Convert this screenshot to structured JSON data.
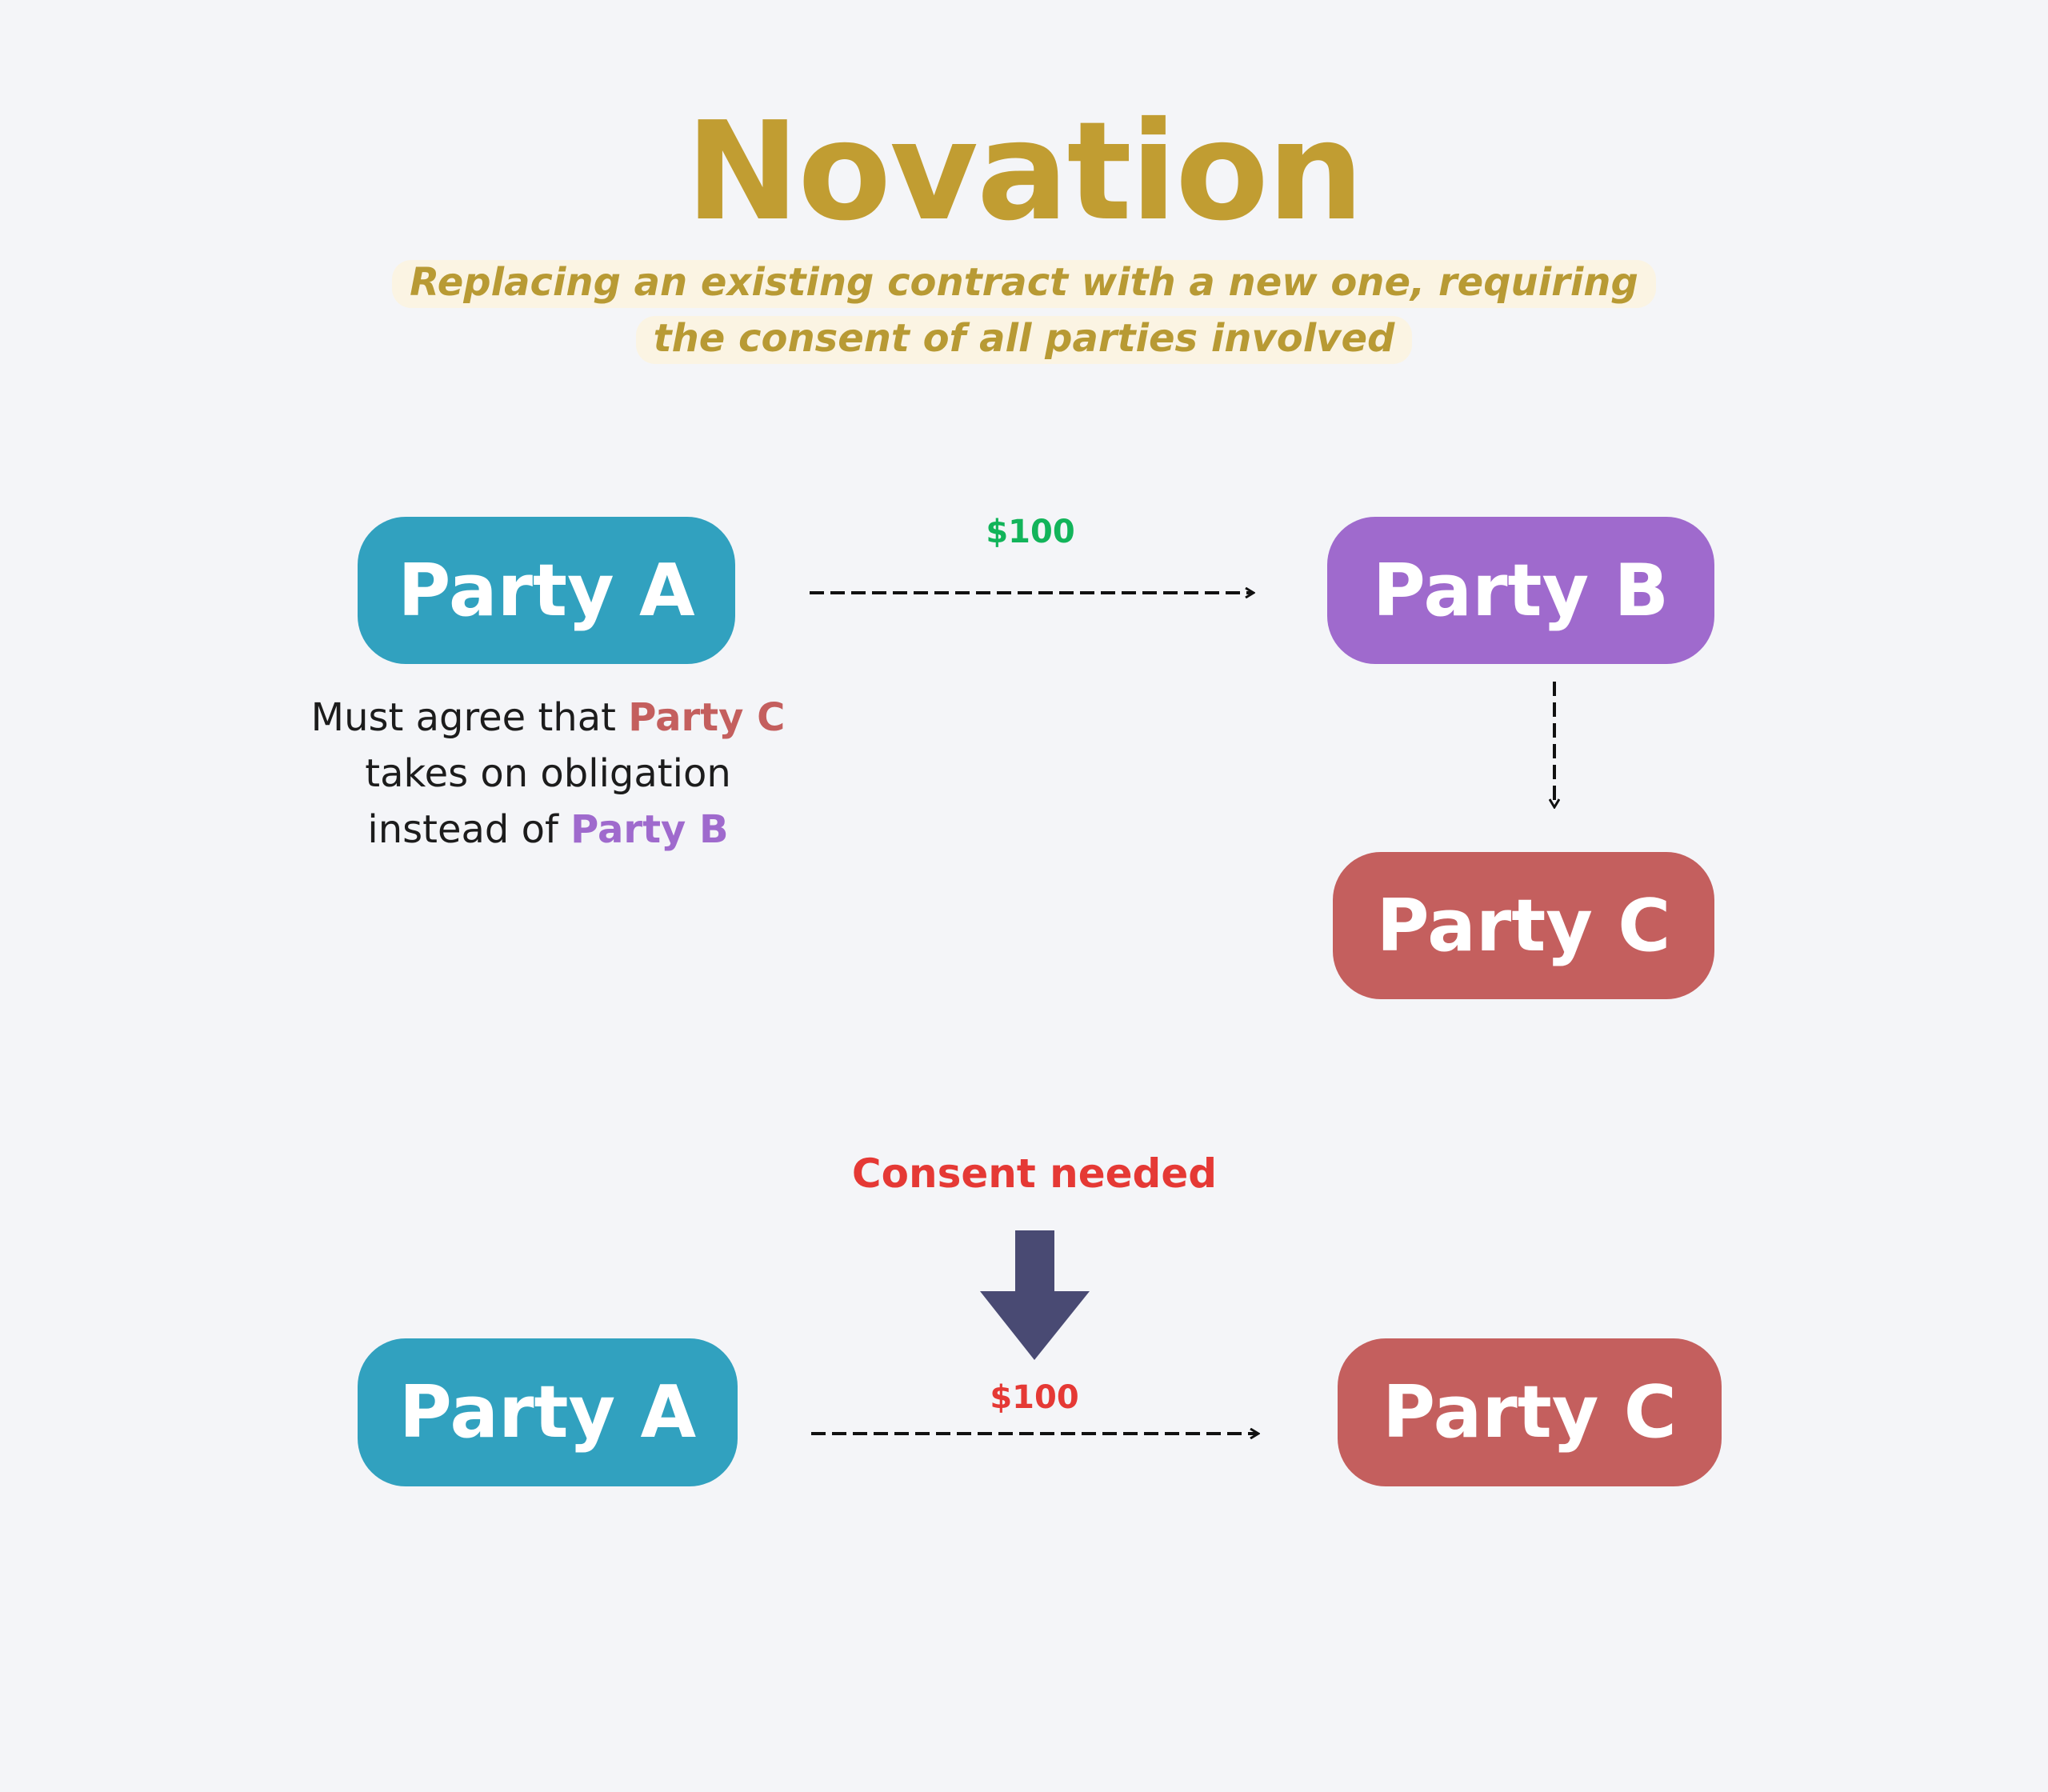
{
  "title": "Novation",
  "subtitle": "Replacing an existing contract with a new one, requiring the consent of all parties involved",
  "colors": {
    "title": "#c19d32",
    "party_a": "#31a1bf",
    "party_b": "#9f6acd",
    "party_c": "#c45f5e",
    "amount_green": "#12b45a",
    "consent_red": "#e53935",
    "arrow_dark": "#494a73",
    "background": "#f4f5f8"
  },
  "top": {
    "party_a": "Party A",
    "party_b": "Party B",
    "party_c": "Party C",
    "amount": "$100",
    "note": {
      "part1": "Must agree that ",
      "party_c": "Party C",
      "part2": " takes on obligation instead of ",
      "party_b": "Party B"
    }
  },
  "bottom": {
    "consent_label": "Consent needed",
    "party_a": "Party A",
    "party_c": "Party C",
    "amount": "$100"
  }
}
